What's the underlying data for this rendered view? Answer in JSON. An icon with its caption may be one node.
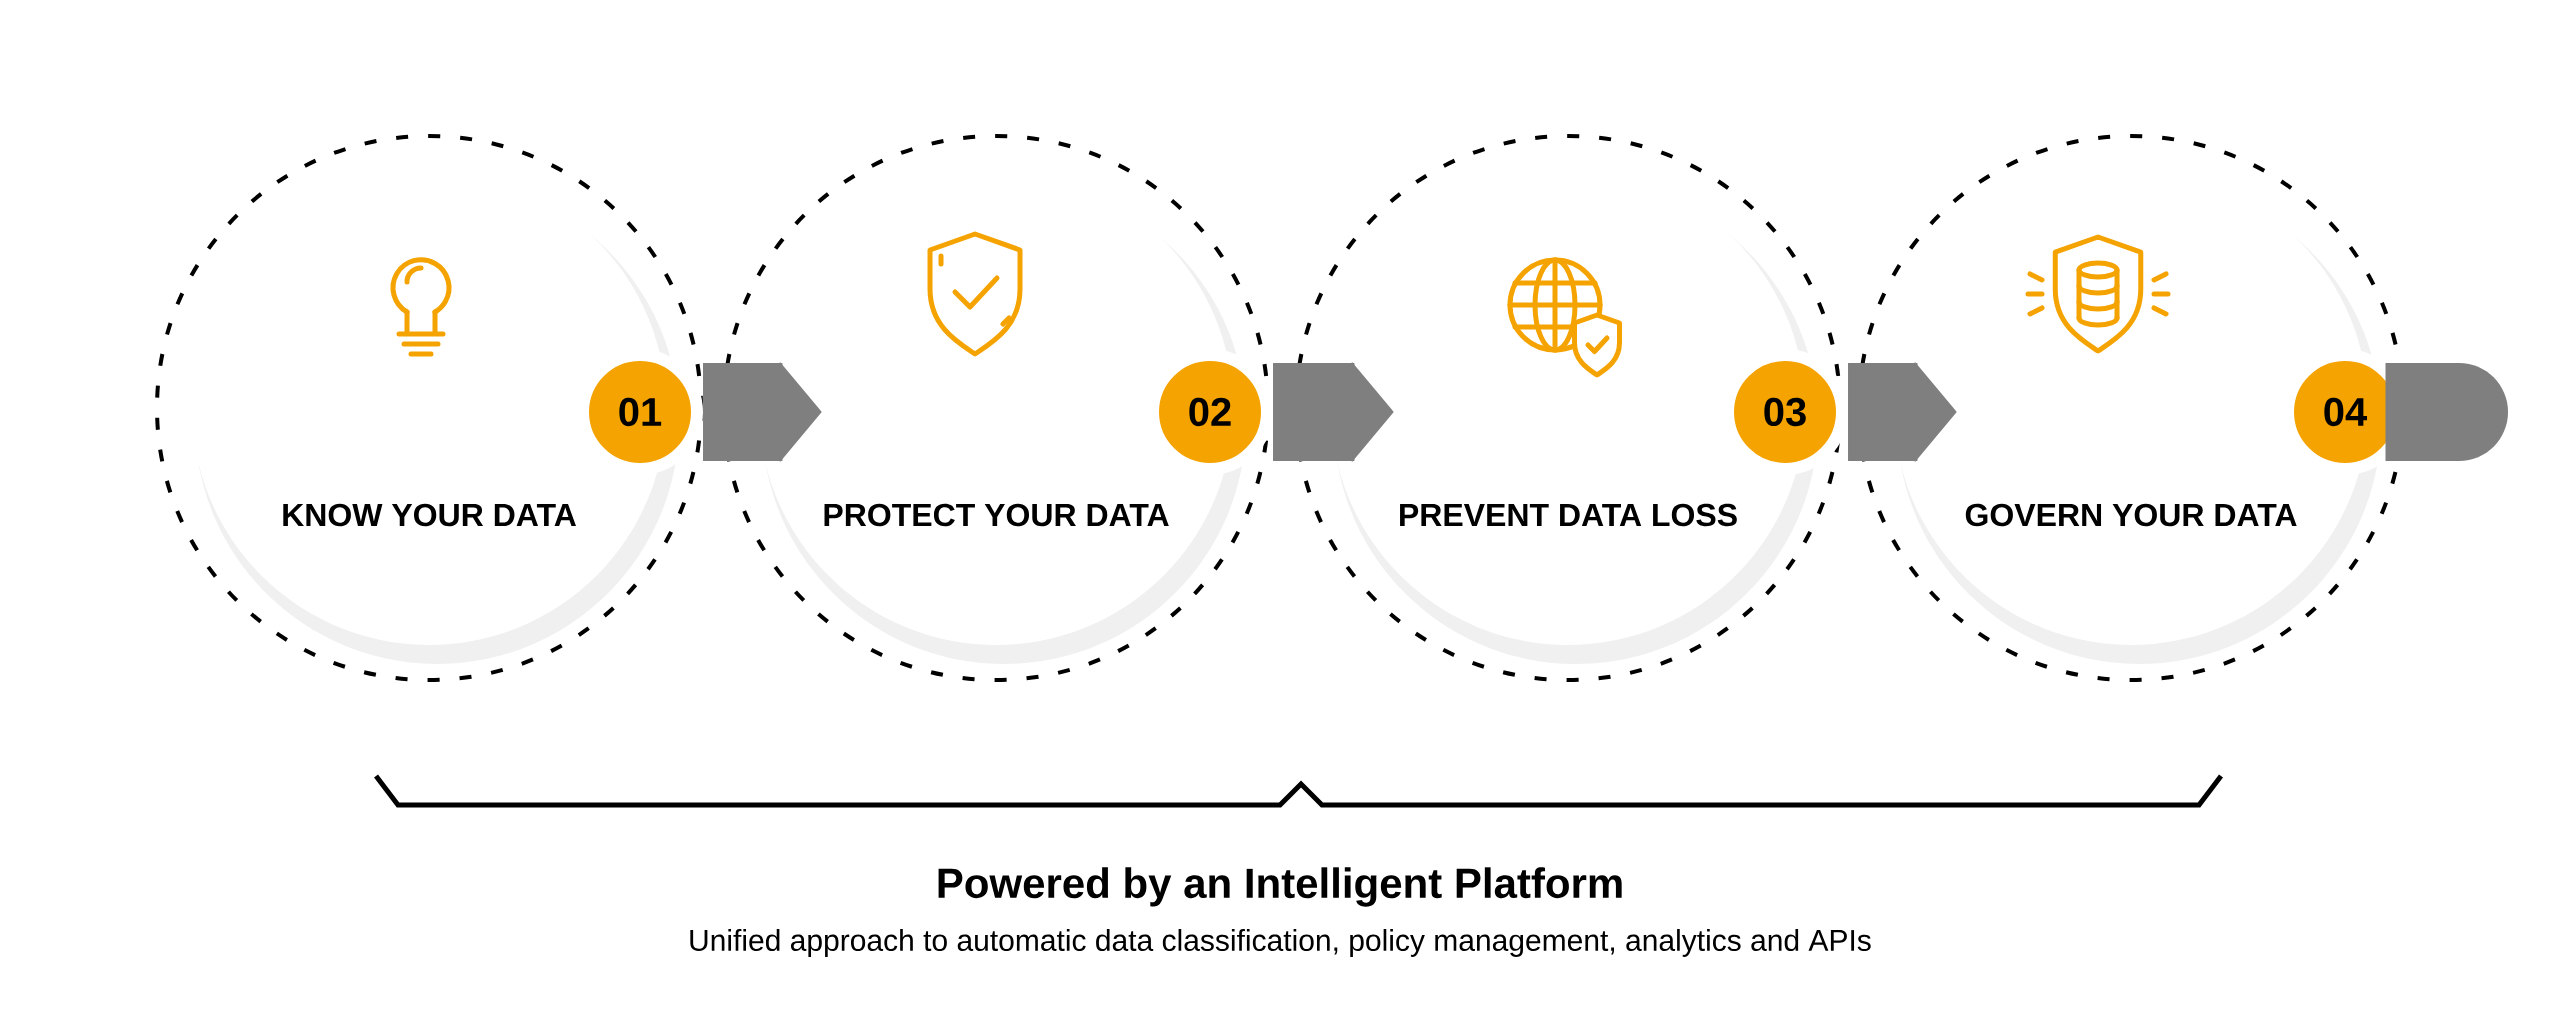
{
  "diagram": {
    "nodes": [
      {
        "text": [
          "KNOW YOUR DATA"
        ]
      },
      {
        "text": [
          "01"
        ]
      },
      {
        "text": [
          "PROTECT YOUR DATA"
        ]
      },
      {
        "text": [
          "02"
        ]
      },
      {
        "text": [
          "PREVENT DATA LOSS"
        ]
      },
      {
        "text": [
          "03"
        ]
      },
      {
        "text": [
          "GOVERN YOUR DATA"
        ]
      },
      {
        "text": [
          "04"
        ]
      }
    ],
    "edges": [
      {
        "from": 1,
        "to": 2,
        "arrow": "to"
      },
      {
        "from": 3,
        "to": 4,
        "arrow": "to"
      },
      {
        "from": 5,
        "to": 6,
        "arrow": "to"
      },
      {
        "from": 7,
        "to": null,
        "arrow": "none"
      }
    ],
    "labels": [
      "Powered by an Intelligent Platform",
      "Unified approach to automatic data classification, policy management, analytics and APIs"
    ]
  }
}
